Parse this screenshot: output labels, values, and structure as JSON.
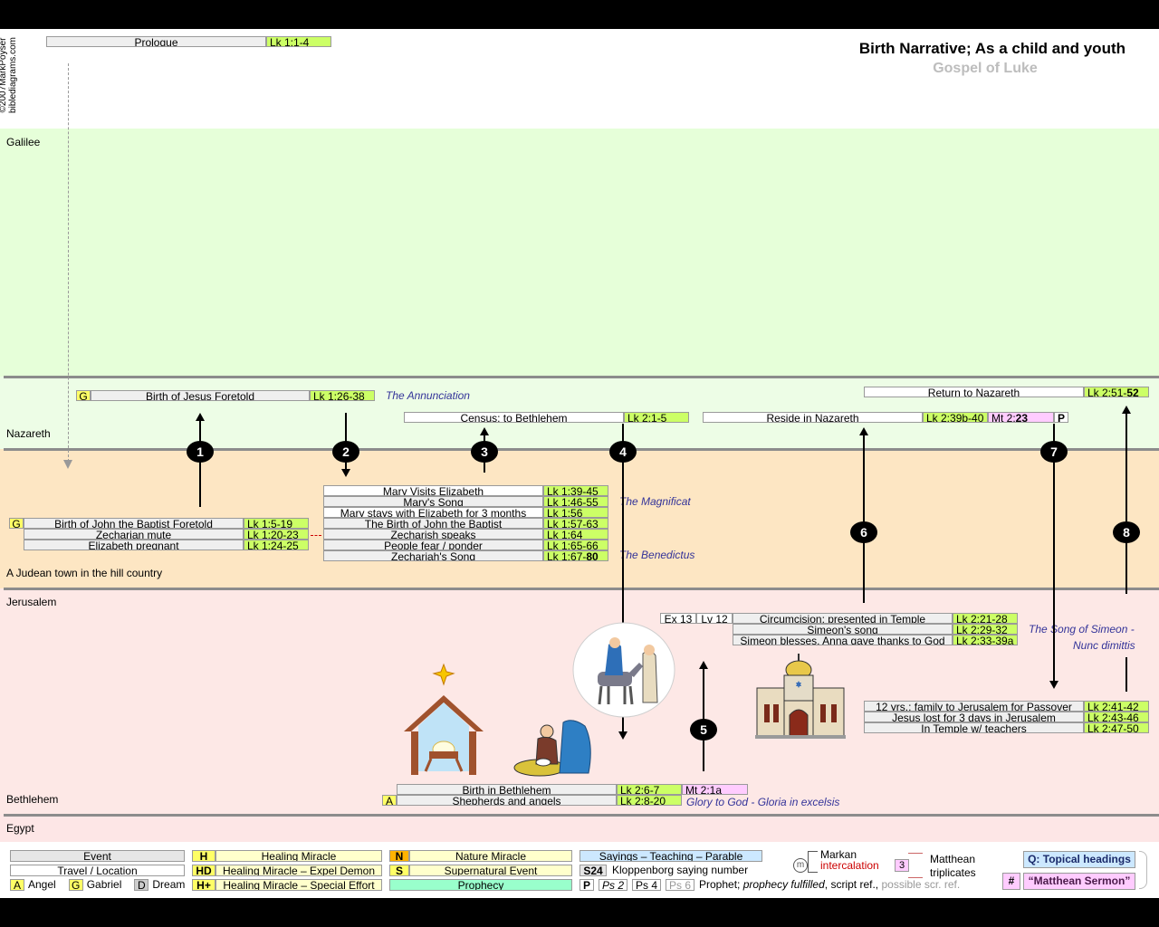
{
  "copyright": [
    "©2007MarkPoyser",
    "biblediagrams.com"
  ],
  "title": "Birth Narrative; As a child and youth",
  "subtitle": "Gospel of Luke",
  "prologue": {
    "label": "Prologue",
    "ref": "Lk 1:1-4"
  },
  "regions": {
    "galilee": "Galilee",
    "nazareth": "Nazareth",
    "judean": "A Judean town in the hill country",
    "jerusalem": "Jerusalem",
    "bethlehem": "Bethlehem",
    "egypt": "Egypt"
  },
  "events": {
    "annunciation": {
      "code": "G",
      "label": "Birth of Jesus Foretold",
      "ref": "Lk 1:26-38",
      "note": "The Annunciation"
    },
    "census": {
      "label": "Census; to Bethlehem",
      "ref": "Lk 2:1-5"
    },
    "reside": {
      "label": "Reside in Nazareth",
      "ref": "Lk 2:39b-40",
      "mt": "Mt 2:23",
      "mt_bold": "23",
      "p": "P"
    },
    "return": {
      "label": "Return to Nazareth",
      "ref": "Lk 2:51-",
      "ref_bold": "52"
    },
    "john": {
      "code": "G",
      "rows": [
        {
          "label": "Birth of John the Baptist Foretold",
          "ref": "Lk 1:5-19"
        },
        {
          "label": "Zecharian mute",
          "ref": "Lk 1:20-23"
        },
        {
          "label": "Elizabeth pregnant",
          "ref": "Lk 1:24-25"
        }
      ]
    },
    "visit": {
      "rows": [
        {
          "label": "Mary Visits Elizabeth",
          "ref": "Lk 1:39-45"
        },
        {
          "label": "Mary's Song",
          "ref": "Lk 1:46-55"
        },
        {
          "label": "Mary stays with Elizabeth for 3 months",
          "ref": "Lk 1:56"
        },
        {
          "label": "The Birth of John the Baptist",
          "ref": "Lk 1:57-63"
        },
        {
          "label": "Zecharish speaks",
          "ref": "Lk 1:64"
        },
        {
          "label": "People fear / ponder",
          "ref": "Lk 1:65-66"
        },
        {
          "label": "Zechariah's Song",
          "ref": "Lk 1:67-",
          "ref_bold": "80"
        }
      ],
      "note1": "The Magnificat",
      "note2": "The Benedictus"
    },
    "temple": {
      "ex": "Ex 13",
      "lv": "Lv 12",
      "rows": [
        {
          "label": "Circumcision; presented in Temple",
          "ref": "Lk 2:21-28"
        },
        {
          "label": "Simeon's song",
          "ref": "Lk 2:29-32"
        },
        {
          "label": "Simeon blesses, Anna gave thanks to  God",
          "ref": "Lk 2:33-39a"
        }
      ],
      "note1": "The Song of Simeon -",
      "note2": "Nunc dimittis"
    },
    "youth": {
      "rows": [
        {
          "label": "12 yrs.; family to Jerusalem for Passover",
          "ref": "Lk 2:41-42"
        },
        {
          "label": "Jesus lost for 3 days in Jerusalem",
          "ref": "Lk 2:43-46"
        },
        {
          "label": "In Temple w/ teachers",
          "ref": "Lk 2:47-50"
        }
      ]
    },
    "birth": {
      "code": "A",
      "rows": [
        {
          "label": "Birth in Bethlehem",
          "ref": "Lk 2:6-7",
          "mt": "Mt 2:1a"
        },
        {
          "label": "Shepherds and angels",
          "ref": "Lk 2:8-20"
        }
      ],
      "note": "Glory to God - Gloria in excelsis"
    }
  },
  "markers": [
    "1",
    "2",
    "3",
    "4",
    "5",
    "6",
    "7",
    "8"
  ],
  "legend": {
    "event": "Event",
    "travel": "Travel / Location",
    "angel_code": "A",
    "angel": "Angel",
    "gabriel_code": "G",
    "gabriel": "Gabriel",
    "dream_code": "D",
    "dream": "Dream",
    "h_code": "H",
    "h": "Healing Miracle",
    "hd_code": "HD",
    "hd": "Healing Miracle – Expel Demon",
    "hplus_code": "H+",
    "hplus": "Healing Miracle – Special Effort",
    "n_code": "N",
    "n": "Nature Miracle",
    "s_code": "S",
    "s": "Supernatural Event",
    "prophecy": "Prophecy",
    "sayings": "Sayings – Teaching – Parable",
    "s24_code": "S24",
    "s24": "Kloppenborg saying number",
    "p_code": "P",
    "ps2": "Ps 2",
    "ps4": "Ps 4",
    "ps6": "Ps 6",
    "prophet_text": "Prophet;",
    "prophecy_fulfilled": "prophecy fulfilled",
    "script_ref": ", script ref.,",
    "possible": "possible scr. ref.",
    "markan_m": "m",
    "markan": "Markan",
    "intercalation": "intercalation",
    "mt_tri_num": "3",
    "matthean": "Matthean",
    "triplicates": "triplicates",
    "topical": "Q: Topical headings",
    "hash": "#",
    "sermon": "“Matthean Sermon”"
  },
  "colors": {
    "galilee": "#e6ffd9",
    "nazareth": "#edfde6",
    "judean": "#fde6c3",
    "jerusalem": "#fde8e6",
    "ref": "#ccff66",
    "mt": "#ffccff",
    "code": "#ffff66",
    "note": "#333399"
  }
}
